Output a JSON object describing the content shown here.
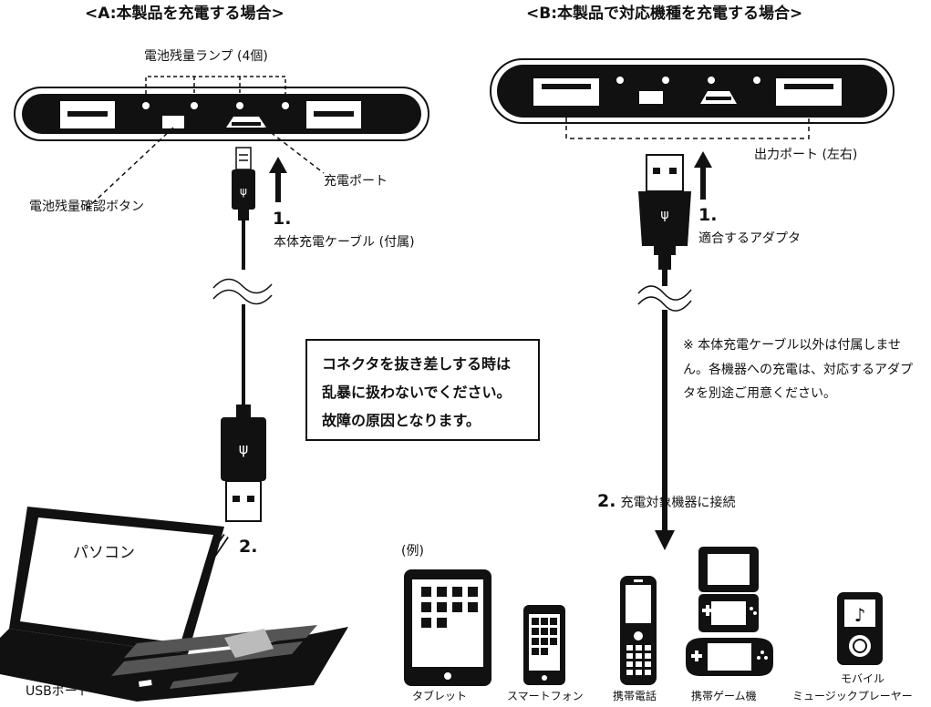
{
  "section_a": {
    "title": "<A:本製品を充電する場合>",
    "lamp_label": "電池残量ランプ (4個)",
    "check_button_label": "電池残量確認ボタン",
    "charge_port_label": "充電ポート",
    "step1_num": "1.",
    "step1_label": "本体充電ケーブル (付属)",
    "step2_num": "2.",
    "pc_label": "パソコン",
    "usb_port_label": "USBポート"
  },
  "section_b": {
    "title": "<B:本製品で対応機種を充電する場合>",
    "output_label": "出力ポート (左右)",
    "step1_num": "1.",
    "step1_label": "適合するアダプタ",
    "note": "※ 本体充電ケーブル以外は付属しません。各機器への充電は、対応するアダプタを別途ご用意ください。",
    "step2_num": "2.",
    "step2_label": "充電対象機器に接続",
    "example_label": "(例)",
    "devices": [
      "タブレット",
      "スマートフォン",
      "携帯電話",
      "携帯ゲーム機",
      "モバイル",
      "ミュージックプレーヤー"
    ]
  },
  "warning": {
    "line1": "コネクタを抜き差しする時は",
    "line2": "乱暴に扱わないでください。",
    "line3": "故障の原因となります。"
  }
}
